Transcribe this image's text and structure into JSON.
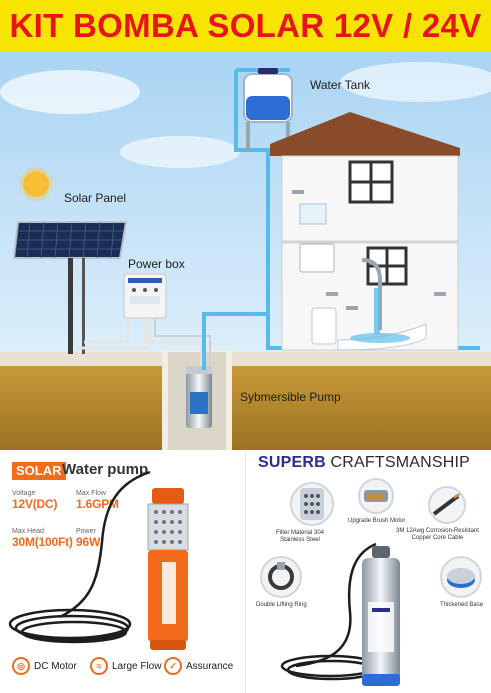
{
  "title": "KIT BOMBA SOLAR 12V / 24V",
  "colors": {
    "title_bg": "#f7e400",
    "title_text": "#e8141b",
    "accent_orange": "#ef6a1e",
    "superb_blue": "#2a2f8f",
    "sky": "#b9dcf5",
    "ground": "#b7892c",
    "pipe": "#58b9ea"
  },
  "scene": {
    "labels": {
      "water_tank": "Water Tank",
      "solar_panel": "Solar Panel",
      "power_box": "Power box",
      "pump": "Sybmersible Pump"
    },
    "icons": [
      "sun-icon",
      "solar-panel-icon",
      "power-box-icon",
      "water-tank-icon",
      "house-icon",
      "faucet-icon",
      "submersible-pump-icon"
    ]
  },
  "left_panel": {
    "brand": "SOLAR",
    "heading": "Water pump",
    "specs": {
      "voltage_label": "Voltage",
      "voltage_value": "12V(DC)",
      "flow_label": "Max Flow",
      "flow_value": "1.6GPM",
      "head_label": "Max Head",
      "head_value": "30M(100Ft)",
      "power_label": "Power",
      "power_value": "96W"
    },
    "features": [
      {
        "icon": "motor-icon",
        "label": "DC Motor"
      },
      {
        "icon": "flow-icon",
        "label": "Large Flow"
      },
      {
        "icon": "shield-icon",
        "label": "Assurance"
      }
    ]
  },
  "right_panel": {
    "title_bold": "SUPERB",
    "title_rest": " CRAFTSMANSHIP",
    "callouts": {
      "filter": "Filter Material 304\nStainless Steel",
      "motor": "Upgrade Brush Motor",
      "cable": "3M 12Awg Corrosion-Resistant\nCopper Core Cable",
      "ring": "Double Lifting Ring",
      "base": "Thickened Base"
    }
  }
}
